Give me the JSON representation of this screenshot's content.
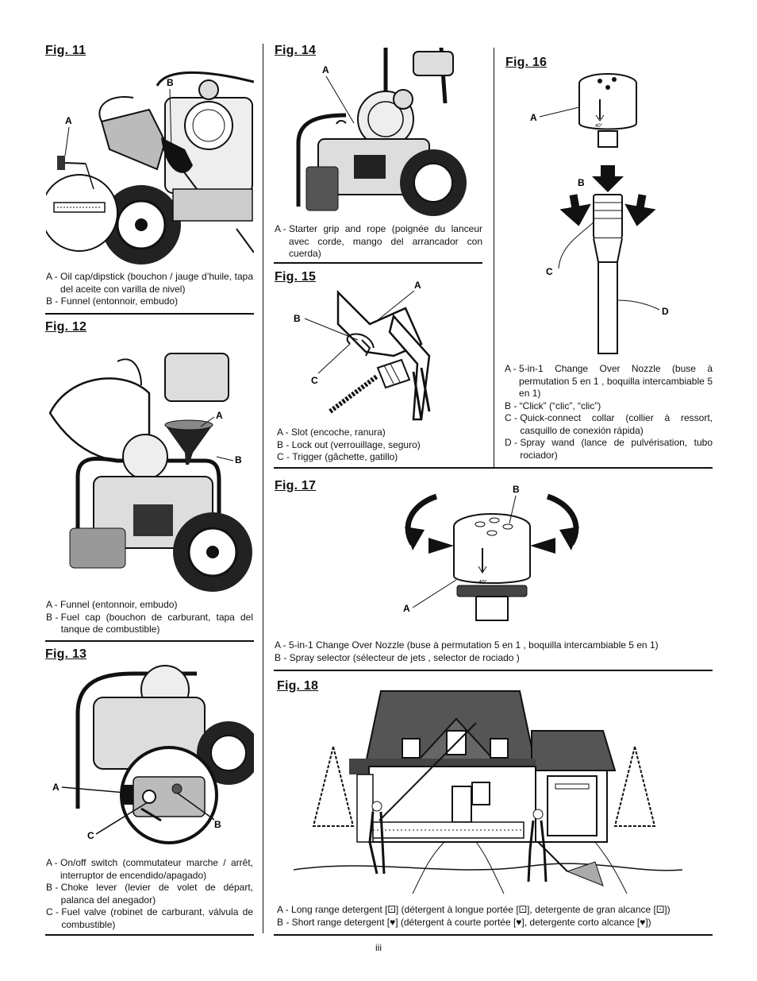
{
  "figures": {
    "fig11": {
      "title": "Fig. 11",
      "labels": [
        "A",
        "B"
      ],
      "caption": [
        {
          "key": "A - ",
          "text": "Oil cap/dipstick (bouchon / jauge d’huile, tapa del aceite con varilla de nivel)"
        },
        {
          "key": "B - ",
          "text": "Funnel (entonnoir, embudo)"
        }
      ]
    },
    "fig12": {
      "title": "Fig. 12",
      "labels": [
        "A",
        "B"
      ],
      "caption": [
        {
          "key": "A - ",
          "text": "Funnel (entonnoir, embudo)"
        },
        {
          "key": "B - ",
          "text": "Fuel cap (bouchon de carburant, tapa del tanque de combustible)"
        }
      ]
    },
    "fig13": {
      "title": "Fig. 13",
      "labels": [
        "A",
        "B",
        "C"
      ],
      "caption": [
        {
          "key": "A - ",
          "text": "On/off switch (commutateur marche / arrêt, interruptor de encendido/apagado)"
        },
        {
          "key": "B - ",
          "text": "Choke lever (levier de volet de départ, palanca del anegador)"
        },
        {
          "key": "C - ",
          "text": "Fuel valve (robinet de carburant, válvula de combustible)"
        }
      ]
    },
    "fig14": {
      "title": "Fig. 14",
      "labels": [
        "A"
      ],
      "caption": [
        {
          "key": "A - ",
          "text": "Starter grip and rope (poignée du lanceur avec corde, mango del arrancador con cuerda)"
        }
      ]
    },
    "fig15": {
      "title": "Fig. 15",
      "labels": [
        "A",
        "B",
        "C"
      ],
      "caption": [
        {
          "key": "A - ",
          "text": "Slot (encoche, ranura)"
        },
        {
          "key": "B - ",
          "text": "Lock out (verrouillage, seguro)"
        },
        {
          "key": "C - ",
          "text": "Trigger (gâchette, gatillo)"
        }
      ]
    },
    "fig16": {
      "title": "Fig. 16",
      "labels": [
        "A",
        "B",
        "C",
        "D"
      ],
      "nozzle_mark": "40°",
      "caption": [
        {
          "key": "A - ",
          "text": "5-in-1 Change Over Nozzle (buse à permutation 5 en 1 , boquilla intercambiable 5 en 1)"
        },
        {
          "key": "B - ",
          "text": "“Click” (“clic”, “clic”)"
        },
        {
          "key": "C - ",
          "text": "Quick-connect collar (collier à ressort, casquillo de conexión rápida)"
        },
        {
          "key": "D - ",
          "text": "Spray wand (lance de pulvérisation, tubo rociador)"
        }
      ]
    },
    "fig17": {
      "title": "Fig. 17",
      "labels": [
        "A",
        "B"
      ],
      "nozzle_mark": "40°",
      "caption": [
        {
          "key": "A - ",
          "text": "5-in-1 Change Over Nozzle (buse à permutation 5 en 1 , boquilla intercambiable 5 en 1)"
        },
        {
          "key": "B - ",
          "text": "Spray selector (sélecteur de jets , selector de rociado )"
        }
      ]
    },
    "fig18": {
      "title": "Fig. 18",
      "caption": [
        {
          "key": "A - ",
          "text": "Long range detergent [⚀] (détergent à longue portée [⚀], detergente de gran alcance [⚀])"
        },
        {
          "key": "B - ",
          "text": "Short range detergent [♥] (détergent à courte portée [♥], detergente corto alcance [♥])"
        }
      ]
    }
  },
  "page_number": "iii"
}
